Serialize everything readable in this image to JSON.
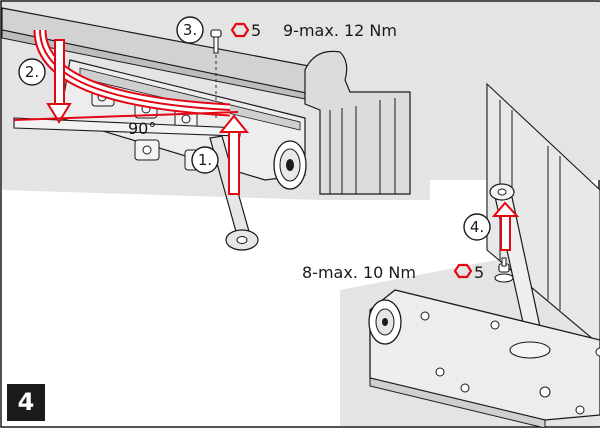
{
  "figure": {
    "step_number": "4",
    "callouts": {
      "step1": "1.",
      "step2": "2.",
      "step3": "3.",
      "step4": "4."
    },
    "angle_label": "90°",
    "torque_top": {
      "size": "5",
      "range": "9-max. 12 Nm"
    },
    "torque_bottom": {
      "range": "8-max. 10 Nm",
      "size": "5"
    },
    "colors": {
      "accent_red": "#e30613",
      "background_gray": "#e3e3e3",
      "line": "#1a1a1a"
    }
  }
}
